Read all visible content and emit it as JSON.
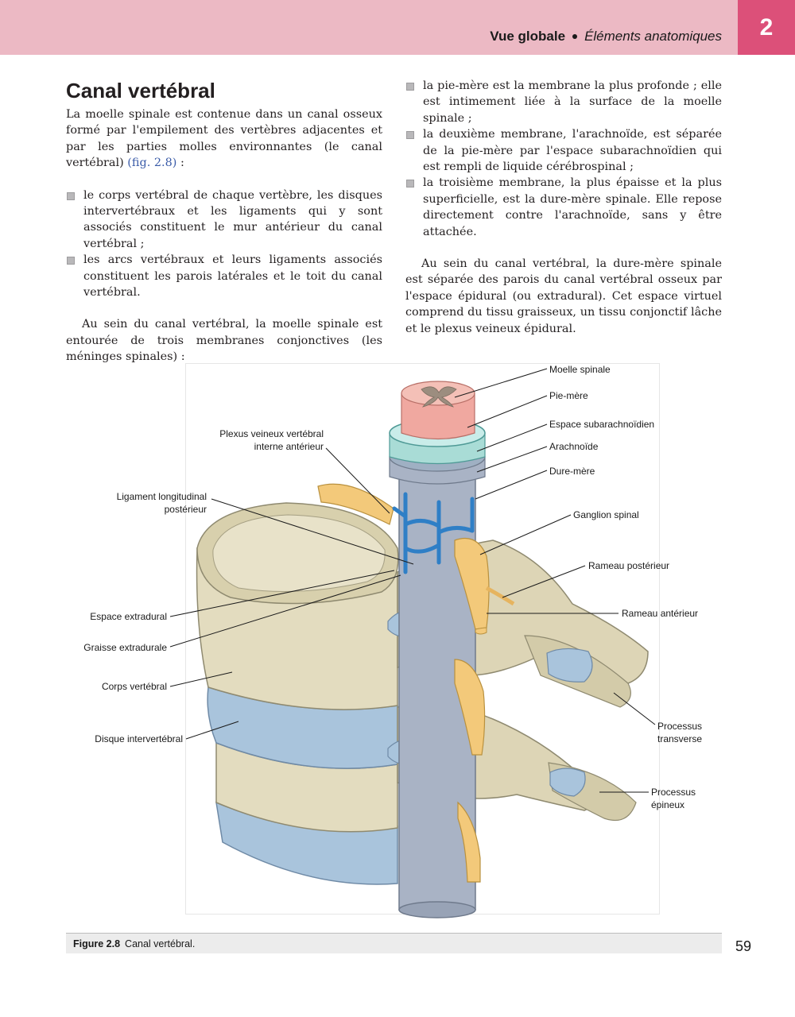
{
  "header": {
    "chapter_number": "2",
    "section": "Vue globale",
    "subsection": "Éléments anatomiques",
    "band_color": "#ecb9c4",
    "chapter_color": "#dc5079"
  },
  "article": {
    "title": "Canal vertébral",
    "intro_before_ref": "La moelle spinale est contenue dans un canal osseux formé par l'empilement des vertèbres adjacentes et par les parties molles environnantes (le canal vertébral) ",
    "intro_ref": "(fig. 2.8)",
    "intro_after_ref": " :",
    "wall_bullets": [
      "le corps vertébral de chaque vertèbre, les disques intervertébraux et les ligaments qui y sont associés constituent le mur antérieur du canal vertébral ;",
      "les arcs vertébraux et leurs ligaments associés constituent les parois latérales et le toit du canal vertébral."
    ],
    "meninges_intro": "Au sein du canal vertébral, la moelle spinale est entourée de trois membranes conjonctives (les méninges spinales) :",
    "meninges_bullets": [
      "la pie-mère est la membrane la plus profonde ; elle est intimement liée à la surface de la moelle spinale ;",
      "la deuxième membrane, l'arachnoïde, est séparée de la pie-mère par l'espace subarachnoïdien qui est rempli de liquide cérébrospinal ;",
      "la troisième membrane, la plus épaisse et la plus superficielle, est la dure-mère spinale. Elle repose directement contre l'arachnoïde, sans y être attachée."
    ],
    "epidural_paragraph": "Au sein du canal vertébral, la dure-mère spinale est séparée des parois du canal vertébral osseux par l'espace épidural (ou extradural). Cet espace virtuel comprend du tissu graisseux, un tissu conjonctif lâche et le plexus veineux épidural."
  },
  "figure": {
    "labels": {
      "moelle_spinale": "Moelle spinale",
      "pie_mere": "Pie-mère",
      "espace_subarachnoidien": "Espace subarachnoïdien",
      "arachnoide": "Arachnoïde",
      "dure_mere": "Dure-mère",
      "ganglion_spinal": "Ganglion spinal",
      "rameau_posterieur": "Rameau postérieur",
      "rameau_anterieur": "Rameau antérieur",
      "processus_transverse_1": "Processus",
      "processus_transverse_2": "transverse",
      "processus_epineux_1": "Processus",
      "processus_epineux_2": "épineux",
      "plexus_1": "Plexus veineux vertébral",
      "plexus_2": "interne antérieur",
      "ligament_1": "Ligament longitudinal",
      "ligament_2": "postérieur",
      "espace_extradural": "Espace extradural",
      "graisse_extradurale": "Graisse extradurale",
      "corps_vertebral": "Corps vertébral",
      "disque_intervertebral": "Disque intervertébral"
    },
    "colors": {
      "bone": "#e3dcbf",
      "disc": "#a9c4dc",
      "cord": "#f0a8a0",
      "csf": "#c9ece9",
      "dura": "#a9b3c5",
      "nerve": "#f3c97a",
      "vein": "#2f7fc6"
    }
  },
  "caption": {
    "number": "Figure 2.8",
    "text": "Canal vertébral."
  },
  "page_number": "59"
}
